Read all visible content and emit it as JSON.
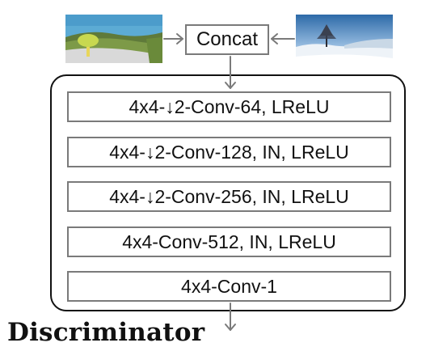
{
  "diagram": {
    "concat_label": "Concat",
    "layers": [
      "4x4-↓2-Conv-64, LReLU",
      "4x4-↓2-Conv-128, IN, LReLU",
      "4x4-↓2-Conv-256, IN, LReLU",
      "4x4-Conv-512, IN, LReLU",
      "4x4-Conv-1"
    ],
    "caption": "Discriminator"
  },
  "colors": {
    "box_border": "#7a7a7a",
    "frame_border": "#111111",
    "arrow": "#7a7a7a",
    "text": "#111111"
  },
  "images": {
    "left": "cartoon landscape with tree",
    "right": "snowy photo with lone tree"
  }
}
